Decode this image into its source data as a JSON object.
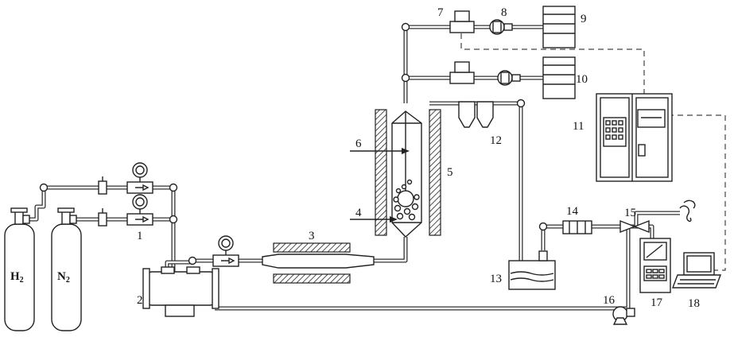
{
  "gases": {
    "h2": {
      "base": "H",
      "sub": "2"
    },
    "n2": {
      "base": "N",
      "sub": "2"
    }
  },
  "labels": {
    "l1": "1",
    "l2": "2",
    "l3": "3",
    "l4": "4",
    "l5": "5",
    "l6": "6",
    "l7": "7",
    "l8": "8",
    "l9": "9",
    "l10": "10",
    "l11": "11",
    "l12": "12",
    "l13": "13",
    "l14": "14",
    "l15": "15",
    "l16": "16",
    "l17": "17",
    "l18": "18"
  }
}
